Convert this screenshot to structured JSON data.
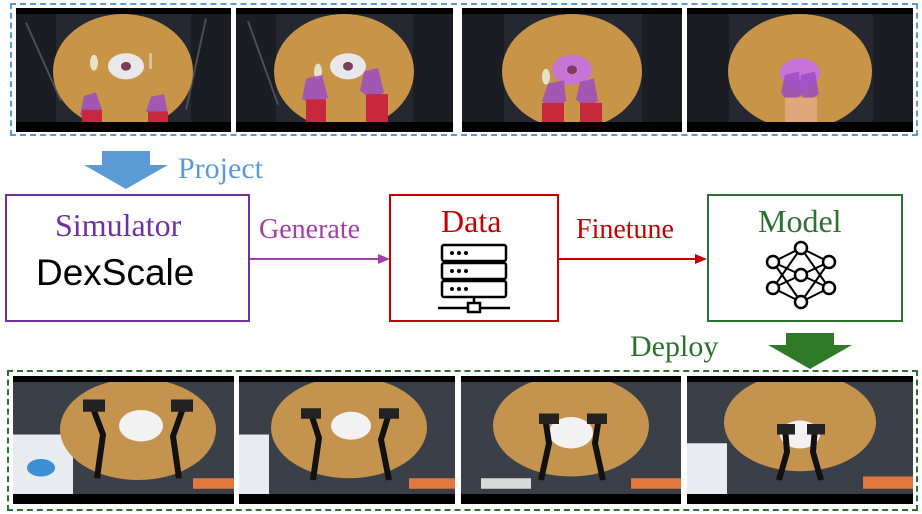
{
  "colors": {
    "project": "#5b9bd5",
    "simulator": "#7030a0",
    "data": "#c00000",
    "model": "#2e7031",
    "deploy_arrow": "#2f7a26"
  },
  "labels": {
    "project": "Project",
    "simulator": "Simulator",
    "dexscale": "DexScale",
    "generate": "Generate",
    "data": "Data",
    "finetune": "Finetune",
    "model": "Model",
    "deploy": "Deploy"
  },
  "icons": {
    "data": "server-icon",
    "model": "neural-network-icon"
  }
}
